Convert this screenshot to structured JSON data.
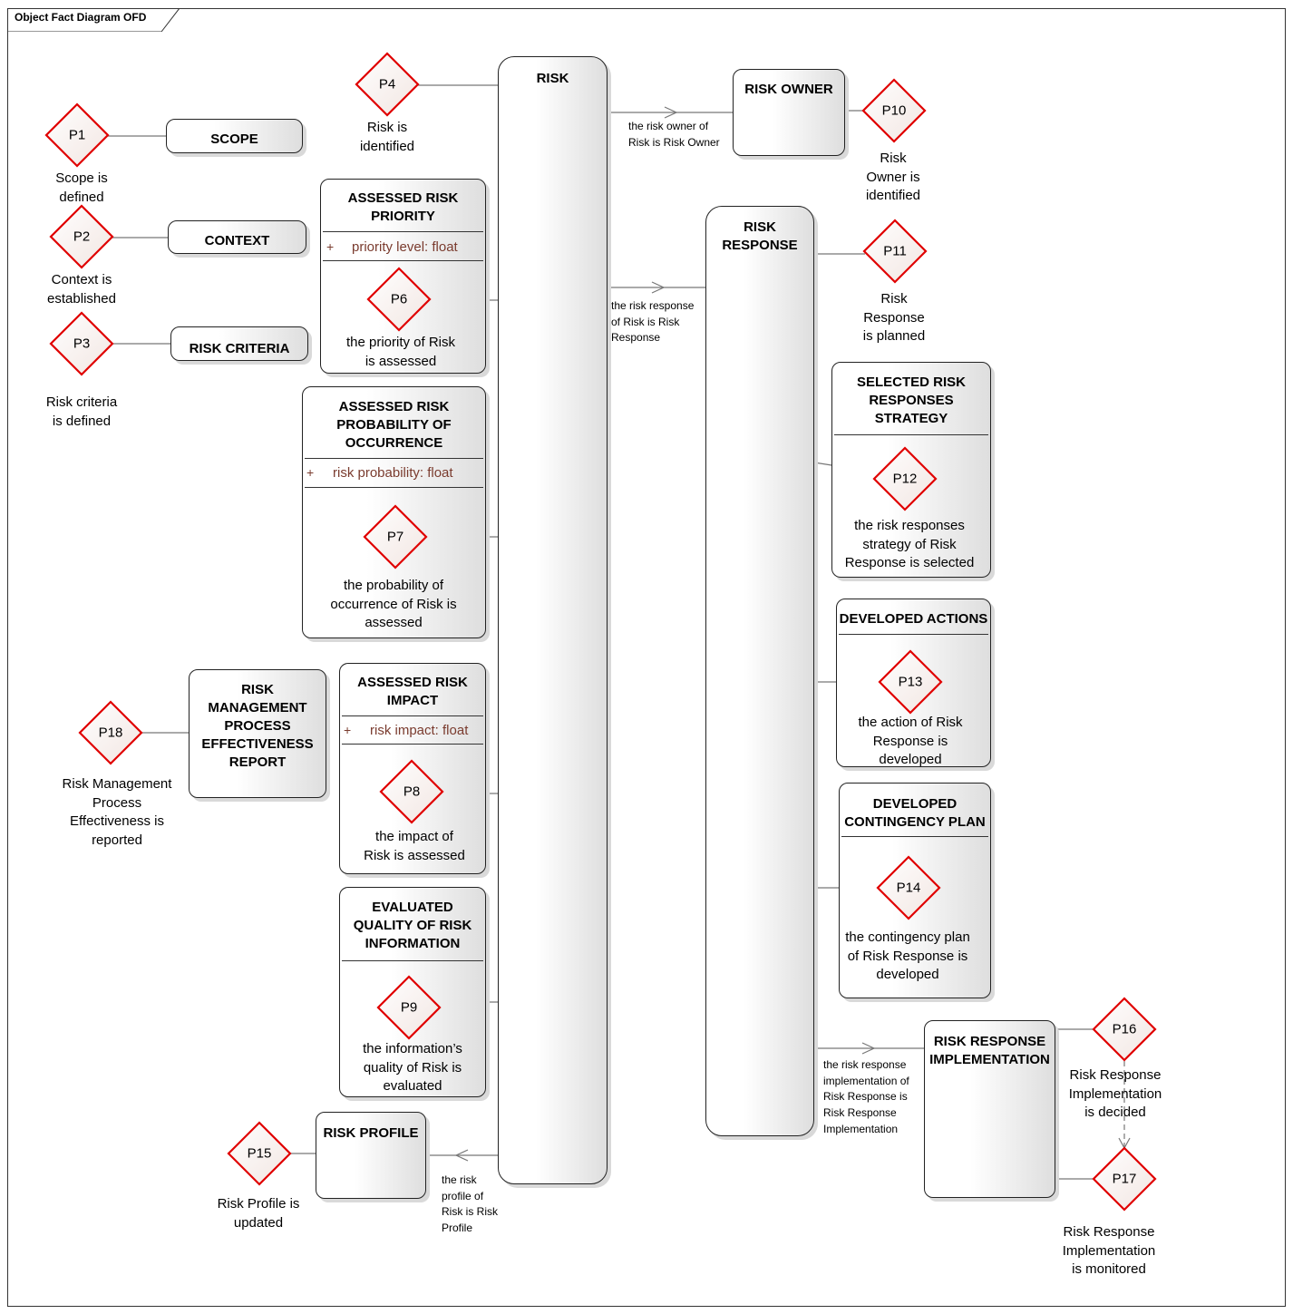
{
  "frame": {
    "title": "Object Fact Diagram OFD"
  },
  "objects": {
    "risk": "RISK",
    "risk_owner": "RISK OWNER",
    "risk_response": "RISK\nRESPONSE",
    "scope": "SCOPE",
    "context": "CONTEXT",
    "risk_criteria": "RISK CRITERIA",
    "assessed_priority": "ASSESSED RISK\nPRIORITY",
    "assessed_probability": "ASSESSED RISK\nPROBABILITY OF\nOCCURRENCE",
    "assessed_impact": "ASSESSED RISK\nIMPACT",
    "evaluated_quality": "EVALUATED\nQUALITY OF RISK\nINFORMATION",
    "rmp_report": "RISK\nMANAGEMENT\nPROCESS\nEFFECTIVENESS\nREPORT",
    "risk_profile": "RISK PROFILE",
    "selected_strategy": "SELECTED RISK\nRESPONSES\nSTRATEGY",
    "developed_actions": "DEVELOPED ACTIONS",
    "contingency_plan": "DEVELOPED\nCONTINGENCY PLAN",
    "implementation": "RISK RESPONSE\nIMPLEMENTATION"
  },
  "attributes": {
    "plus": "+",
    "priority": "priority level: float",
    "probability": "risk probability: float",
    "impact": "risk impact: float"
  },
  "facts": [
    {
      "id": "P1",
      "label": "Scope is\ndefined"
    },
    {
      "id": "P2",
      "label": "Context is\nestablished"
    },
    {
      "id": "P3",
      "label": "Risk criteria\nis defined"
    },
    {
      "id": "P4",
      "label": "Risk is\nidentified"
    },
    {
      "id": "P6",
      "label": "the priority of Risk\nis assessed"
    },
    {
      "id": "P7",
      "label": "the probability of\noccurrence of Risk is\nassessed"
    },
    {
      "id": "P8",
      "label": "the impact of\nRisk is assessed"
    },
    {
      "id": "P9",
      "label": "the information’s\nquality of Risk is\nevaluated"
    },
    {
      "id": "P10",
      "label": "Risk\nOwner is\nidentified"
    },
    {
      "id": "P11",
      "label": "Risk\nResponse\nis planned"
    },
    {
      "id": "P12",
      "label": "the risk responses\nstrategy of Risk\nResponse is selected"
    },
    {
      "id": "P13",
      "label": "the action of Risk\nResponse is\ndeveloped"
    },
    {
      "id": "P14",
      "label": "the contingency plan\nof Risk Response is\ndeveloped"
    },
    {
      "id": "P15",
      "label": "Risk Profile is\nupdated"
    },
    {
      "id": "P16",
      "label": "Risk Response\nImplementation\nis decided"
    },
    {
      "id": "P17",
      "label": "Risk Response\nImplementation\nis monitored"
    },
    {
      "id": "P18",
      "label": "Risk Management\nProcess\nEffectiveness is\nreported"
    }
  ],
  "edges": {
    "owner": "the risk owner of\nRisk is Risk Owner",
    "response": "the risk response\nof Risk is Risk\nResponse",
    "implementation": "the risk response\nimplementation of\nRisk Response is\nRisk Response\nImplementation",
    "profile": "the risk\nprofile of\nRisk is Risk\nProfile"
  }
}
